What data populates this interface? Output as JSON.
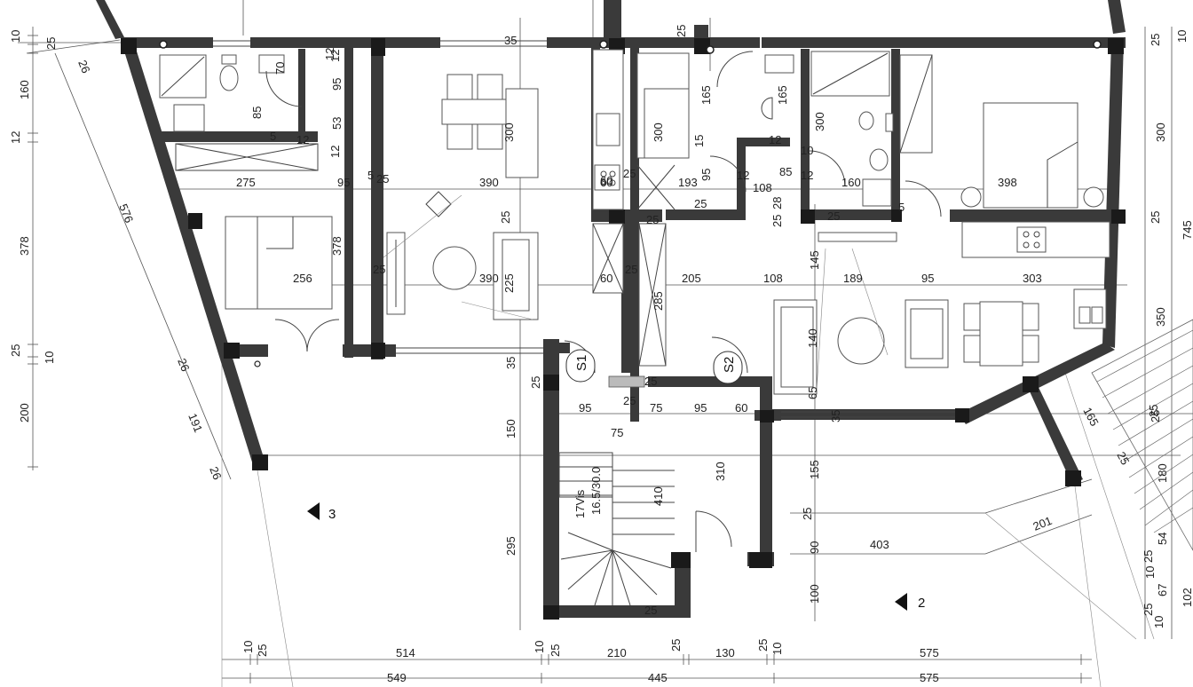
{
  "plan": {
    "outer_dims_top": [
      "10",
      "25",
      "160",
      "12",
      "378",
      "25",
      "10",
      "200"
    ],
    "outer_dims_right": [
      "25",
      "10",
      "300",
      "25",
      "745",
      "350",
      "25",
      "180",
      "25",
      "54",
      "10",
      "67",
      "102",
      "25",
      "10"
    ],
    "diag_left": [
      "26",
      "576",
      "26",
      "191",
      "26"
    ],
    "room_dims": {
      "r1": "275",
      "r2": "256",
      "r3": "378",
      "r4": "390",
      "r5": "390",
      "r6": "300",
      "r7": "225",
      "r8": "300",
      "r9": "165",
      "r10": "165",
      "r11": "193",
      "r12": "108",
      "r13": "160",
      "r14": "398",
      "r15": "205",
      "r16": "108",
      "r17": "189",
      "r18": "95",
      "r19": "303",
      "r20": "285",
      "r21": "300",
      "r22": "140",
      "r23": "65",
      "r24": "310",
      "r25": "410",
      "r26": "295",
      "r27": "150",
      "r28": "155",
      "r29": "403",
      "r30": "201",
      "r31": "165",
      "r32": "100",
      "r33": "90",
      "r34": "60",
      "r35": "95",
      "r36": "75",
      "r37": "85",
      "r38": "53",
      "r39": "70",
      "r40": "145"
    },
    "small_dims": [
      "12",
      "95",
      "85",
      "5",
      "12",
      "12",
      "95",
      "5",
      "25",
      "25",
      "25",
      "25",
      "60",
      "15",
      "95",
      "12",
      "12",
      "10",
      "85",
      "12",
      "5",
      "28",
      "25",
      "25",
      "35",
      "25",
      "25",
      "25",
      "25",
      "35",
      "25",
      "95",
      "25",
      "75",
      "95",
      "60",
      "25",
      "25",
      "25",
      "25",
      "25",
      "35",
      "12",
      "60"
    ],
    "bottom_row1": [
      "10",
      "25",
      "514",
      "10",
      "25",
      "210",
      "25",
      "130",
      "25",
      "10",
      "575"
    ],
    "bottom_row2": [
      "549",
      "445",
      "575"
    ],
    "section_marks": [
      "3",
      "2"
    ],
    "stair_labels": {
      "s1": "S1",
      "s2": "S2",
      "stair_text1": "17Vis",
      "stair_text2": "16.5/30.0"
    },
    "appliance": "60"
  }
}
